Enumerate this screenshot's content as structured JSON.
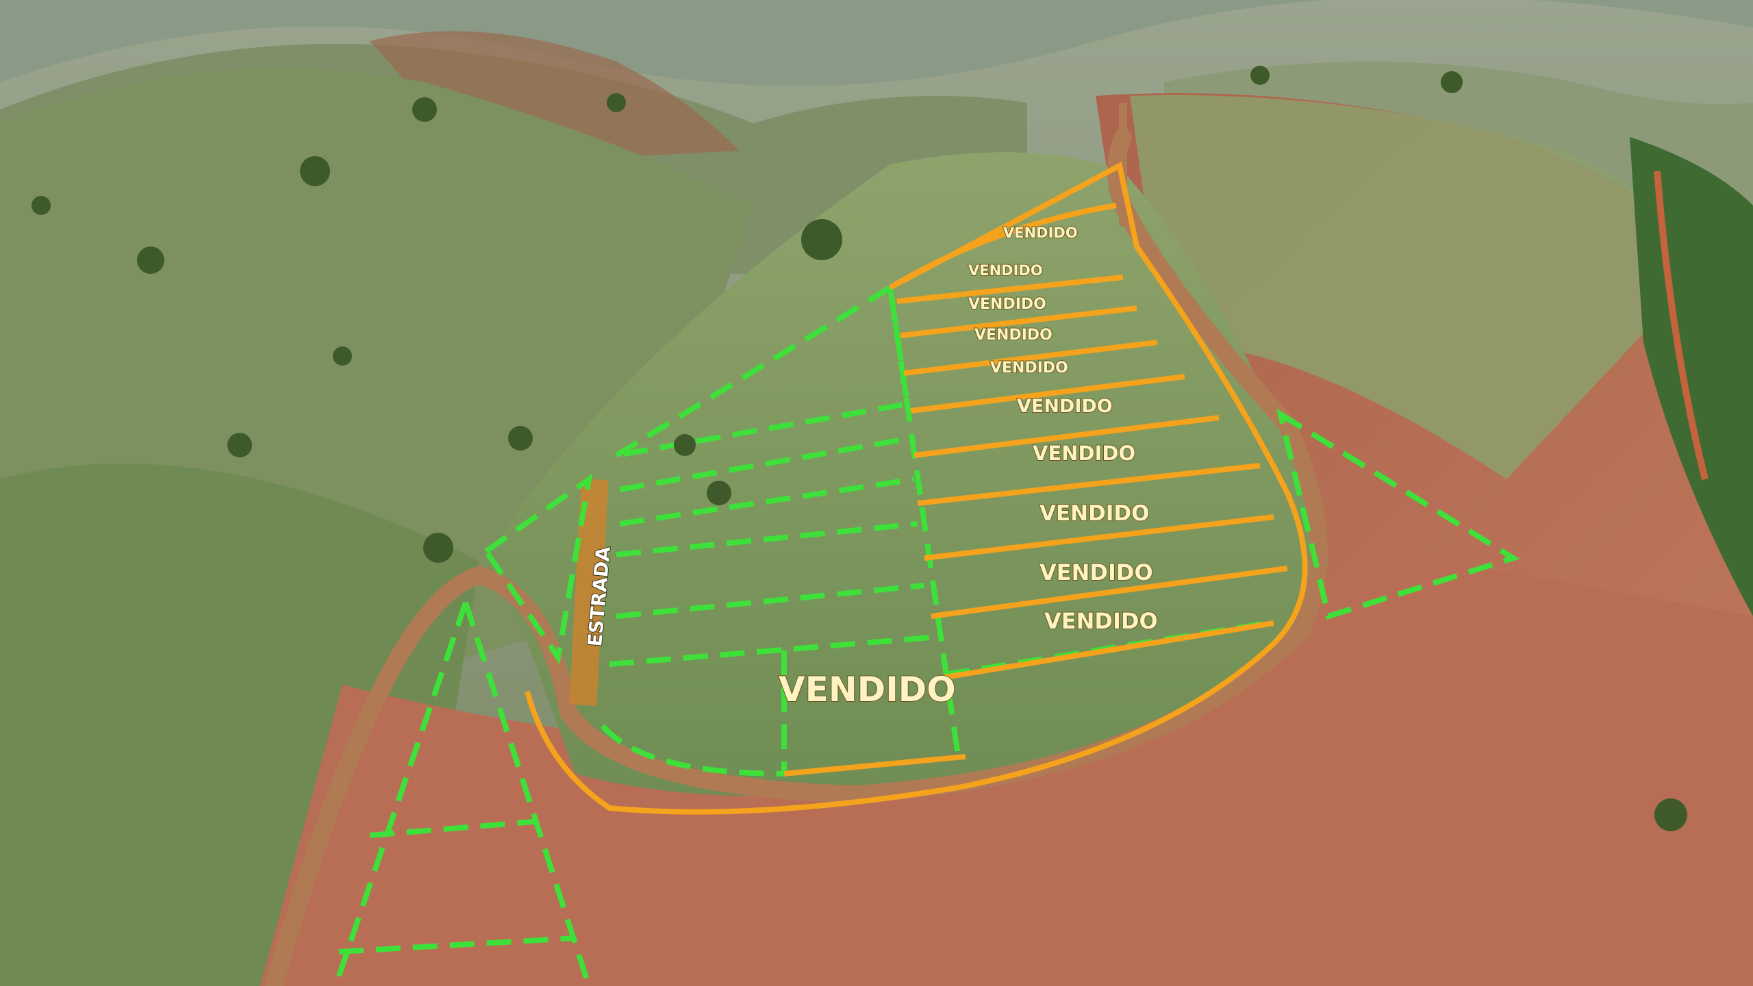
{
  "image": {
    "description_tag": "aerial-hillside-lot-map",
    "colors": {
      "sold_outline": "#f5a21c",
      "available_outline": "#3ee03a",
      "road_strip": "#c9822f",
      "bare_soil": "#b56a4a",
      "grass": "#7f9a60"
    }
  },
  "labels": {
    "road": "ESTRADA",
    "sold": [
      "VENDIDO",
      "VENDIDO",
      "VENDIDO",
      "VENDIDO",
      "VENDIDO",
      "VENDIDO",
      "VENDIDO",
      "VENDIDO",
      "VENDIDO",
      "VENDIDO",
      "VENDIDO"
    ]
  }
}
